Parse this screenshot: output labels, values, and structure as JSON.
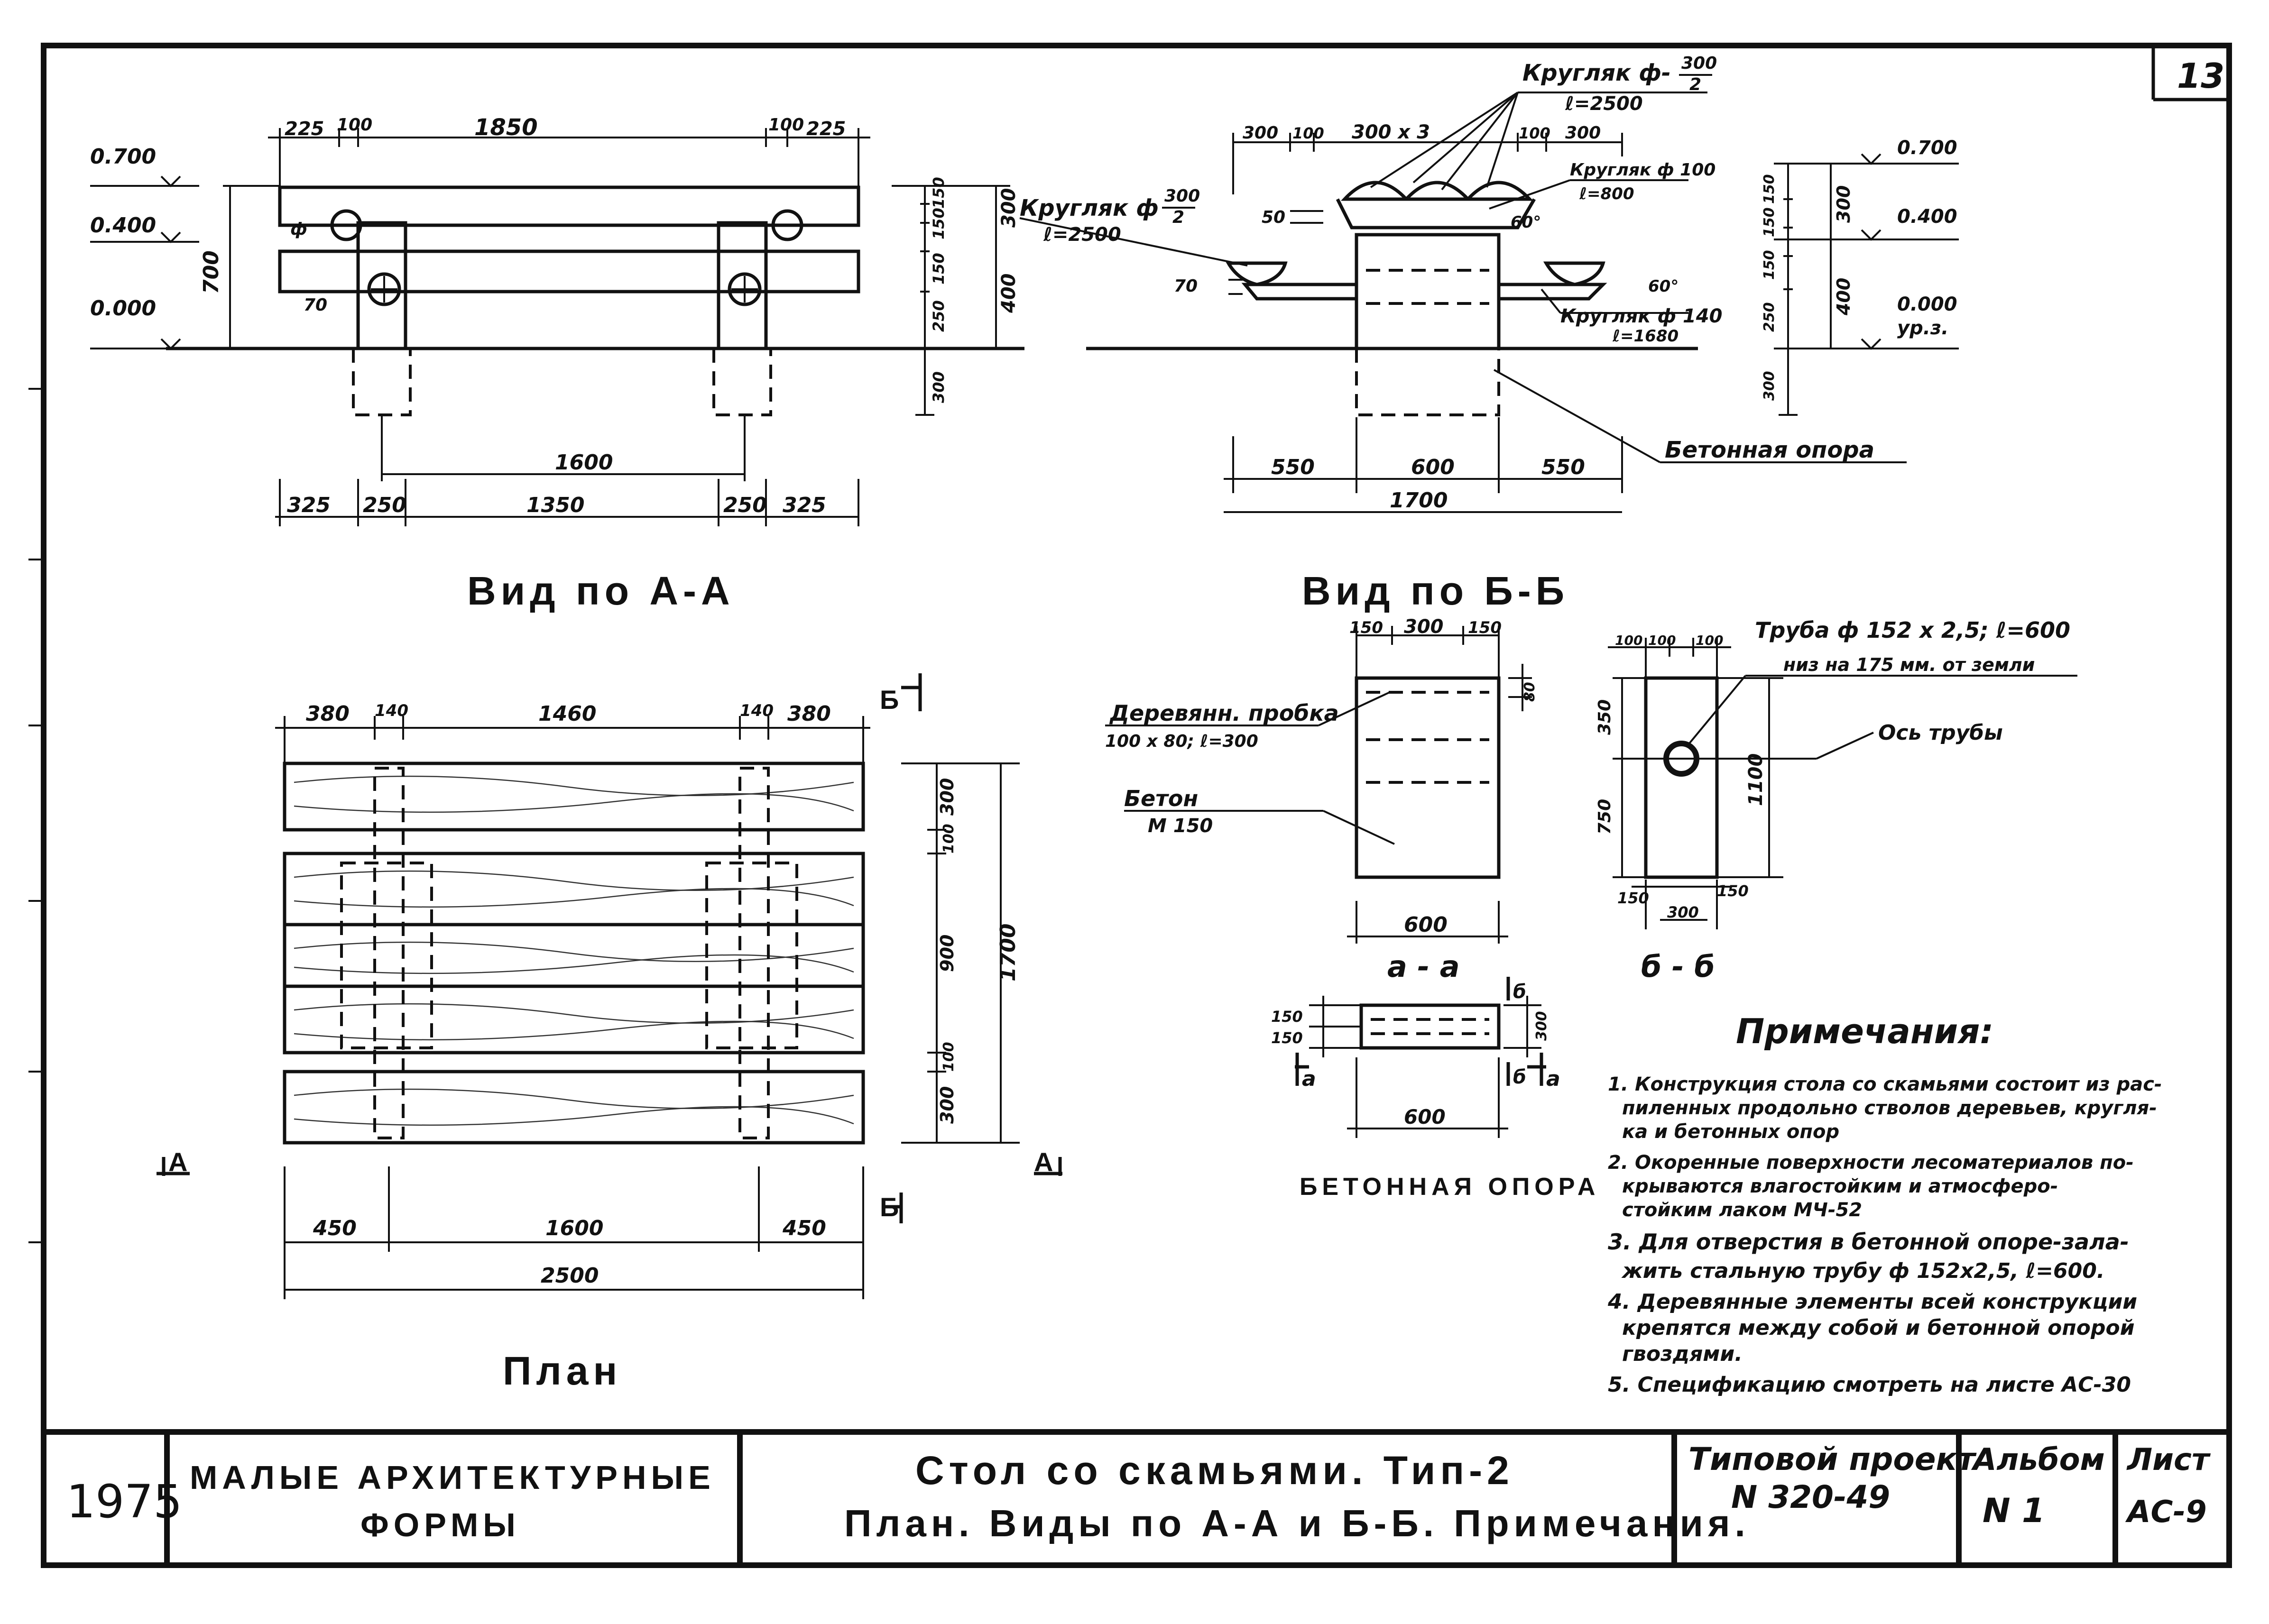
{
  "sheet_number": "13",
  "title_block": {
    "year": "1975",
    "org_line1": "МАЛЫЕ АРХИТЕКТУРНЫЕ",
    "org_line2": "ФОРМЫ",
    "title_line1": "Стол со скамьями. Тип-2",
    "title_line2": "План. Виды по А-А и Б-Б. Примечания.",
    "project_line1": "Типовой проект",
    "project_line2": "N 320-49",
    "album_label": "Альбом",
    "album_value": "N 1",
    "sheet_label": "Лист",
    "sheet_value": "АС-9"
  },
  "view_aa": {
    "caption": "Вид по А-А",
    "levels": [
      "0.700",
      "0.400",
      "0.000"
    ],
    "dims_top": [
      "225",
      "100",
      "1850",
      "100",
      "225"
    ],
    "dims_right": [
      "150",
      "150",
      "300",
      "150",
      "250",
      "400",
      "300"
    ],
    "dim_700": "700",
    "dim_1600": "1600",
    "dims_bottom": [
      "325",
      "250",
      "1350",
      "250",
      "325"
    ],
    "phi_marks": [
      "ф",
      "70"
    ]
  },
  "view_bb": {
    "caption": "Вид по Б-Б",
    "dims_top": [
      "300",
      "100",
      "300 x 3",
      "100",
      "300"
    ],
    "log_label_top": "Кругляк ф-",
    "log_fraction_top_num": "300",
    "log_fraction_top_den": "2",
    "log_length_top": "ℓ=2500",
    "log_label_left": "Кругляк ф",
    "log_fraction_left_num": "300",
    "log_fraction_left_den": "2",
    "log_length_left": "ℓ=2500",
    "log_label_100": "Кругляк ф 100",
    "log_length_100": "ℓ=800",
    "log_label_140": "Кругляк ф 140",
    "log_length_140": "ℓ=1680",
    "angle_1": "60°",
    "angle_2": "60°",
    "dim_50": "50",
    "dim_70": "70",
    "levels": [
      "0.700",
      "0.400",
      "0.000"
    ],
    "ground_label": "ур.з.",
    "dims_right": [
      "150",
      "150",
      "300",
      "150",
      "250",
      "400",
      "300"
    ],
    "concrete_support_label": "Бетонная опора",
    "dims_bottom": [
      "550",
      "600",
      "550"
    ],
    "dim_total": "1700"
  },
  "plan": {
    "caption": "План",
    "dims_top": [
      "380",
      "140",
      "1460",
      "140",
      "380"
    ],
    "dims_right": [
      "300",
      "100",
      "900",
      "100",
      "300"
    ],
    "dim_total_height": "1700",
    "dims_bottom": [
      "450",
      "1600",
      "450"
    ],
    "dim_total_width": "2500",
    "section_a": "А",
    "section_b": "Б"
  },
  "support_detail": {
    "dims_top": [
      "150",
      "300",
      "150"
    ],
    "dim_80": "80",
    "wood_plug_label": "Деревянн. пробка",
    "wood_plug_size": "100 x 80; ℓ=300",
    "concrete_label": "Бетон",
    "concrete_grade": "М 150",
    "dim_600": "600",
    "section_caption": "а - а",
    "plan_dims_left": [
      "150",
      "150"
    ],
    "plan_dim_right": "300",
    "plan_dim_bottom": "600",
    "section_mark_a": "а",
    "section_mark_b": "б",
    "caption": "БЕТОННАЯ ОПОРА"
  },
  "pipe_detail": {
    "dims_top": [
      "100",
      "100",
      "100"
    ],
    "pipe_label": "Труба ф 152 x 2,5; ℓ=600",
    "pipe_note": "низ на 175 мм. от земли",
    "axis_label": "Ось трубы",
    "dims_left": [
      "350",
      "750"
    ],
    "dim_right": "1100",
    "dims_bottom": [
      "150",
      "300",
      "150"
    ],
    "section_caption": "б - б"
  },
  "notes": {
    "title": "Примечания:",
    "items": [
      "1. Конструкция стола со скамьями состоит из рас-",
      "пиленных продольно стволов деревьев, кругля-",
      "ка и бетонных опор",
      "2. Окоренные поверхности лесоматериалов по-",
      "крываются влагостойким и атмосферо-",
      "стойким лаком МЧ-52",
      "3. Для отверстия в бетонной опоре-зала-",
      "жить стальную трубу ф 152х2,5, ℓ=600.",
      "4. Деревянные элементы всей конструкции",
      "крепятся между собой и бетонной опорой",
      "гвоздями.",
      "5. Спецификацию смотреть на листе АС-30"
    ]
  }
}
